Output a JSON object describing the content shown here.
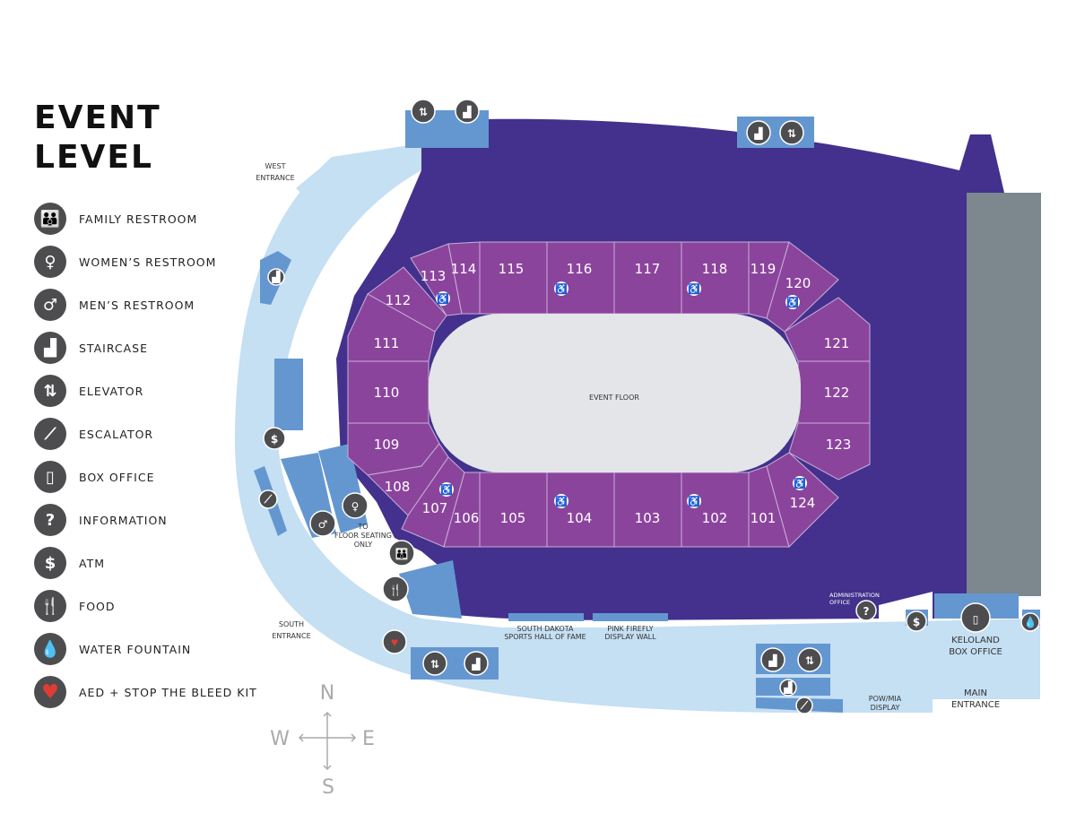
{
  "title": {
    "line1": "EVENT",
    "line2": "LEVEL"
  },
  "legend": [
    {
      "icon": "family-restroom-icon",
      "glyph": "👪",
      "label": "FAMILY RESTROOM"
    },
    {
      "icon": "womens-restroom-icon",
      "glyph": "♀",
      "label": "WOMEN’S RESTROOM"
    },
    {
      "icon": "mens-restroom-icon",
      "glyph": "♂",
      "label": "MEN’S RESTROOM"
    },
    {
      "icon": "staircase-icon",
      "glyph": "▟",
      "label": "STAIRCASE"
    },
    {
      "icon": "elevator-icon",
      "glyph": "⇅",
      "label": "ELEVATOR"
    },
    {
      "icon": "escalator-icon",
      "glyph": "⟋",
      "label": "ESCALATOR"
    },
    {
      "icon": "box-office-icon",
      "glyph": "▯",
      "label": "BOX OFFICE"
    },
    {
      "icon": "information-icon",
      "glyph": "?",
      "label": "INFORMATION"
    },
    {
      "icon": "atm-icon",
      "glyph": "$",
      "label": "ATM"
    },
    {
      "icon": "food-icon",
      "glyph": "🍴",
      "label": "FOOD"
    },
    {
      "icon": "water-fountain-icon",
      "glyph": "💧",
      "label": "WATER FOUNTAIN"
    },
    {
      "icon": "aed-icon",
      "glyph": "♥",
      "label": "AED + STOP THE BLEED KIT"
    }
  ],
  "colors": {
    "bowl": "#43318d",
    "section": "#8b449c",
    "concourse": "#c5dff3",
    "facility": "#6497d0",
    "floor": "#e3e5e9",
    "wall": "#7c878e",
    "icon": "#4d4d4f",
    "aed": "#e23b33"
  },
  "sections": [
    "101",
    "102",
    "103",
    "104",
    "105",
    "106",
    "107",
    "108",
    "109",
    "110",
    "111",
    "112",
    "113",
    "114",
    "115",
    "116",
    "117",
    "118",
    "119",
    "120",
    "121",
    "122",
    "123",
    "124"
  ],
  "floor": "EVENT FLOOR",
  "areas": {
    "west_entrance": [
      "WEST",
      "ENTRANCE"
    ],
    "south_entrance": [
      "SOUTH",
      "ENTRANCE"
    ],
    "floor_seating": [
      "TO",
      "FLOOR SEATING",
      "ONLY"
    ],
    "hall_of_fame": [
      "SOUTH DAKOTA",
      "SPORTS HALL OF FAME"
    ],
    "display_wall": [
      "PINK FIREFLY",
      "DISPLAY WALL"
    ],
    "admin": [
      "ADMINISTRATION",
      "OFFICE"
    ],
    "pow": [
      "POW/MIA",
      "DISPLAY"
    ],
    "box_office": [
      "KELOLAND",
      "BOX OFFICE"
    ],
    "main_entrance": [
      "MAIN",
      "ENTRANCE"
    ]
  },
  "compass": {
    "n": "N",
    "s": "S",
    "e": "E",
    "w": "W"
  }
}
